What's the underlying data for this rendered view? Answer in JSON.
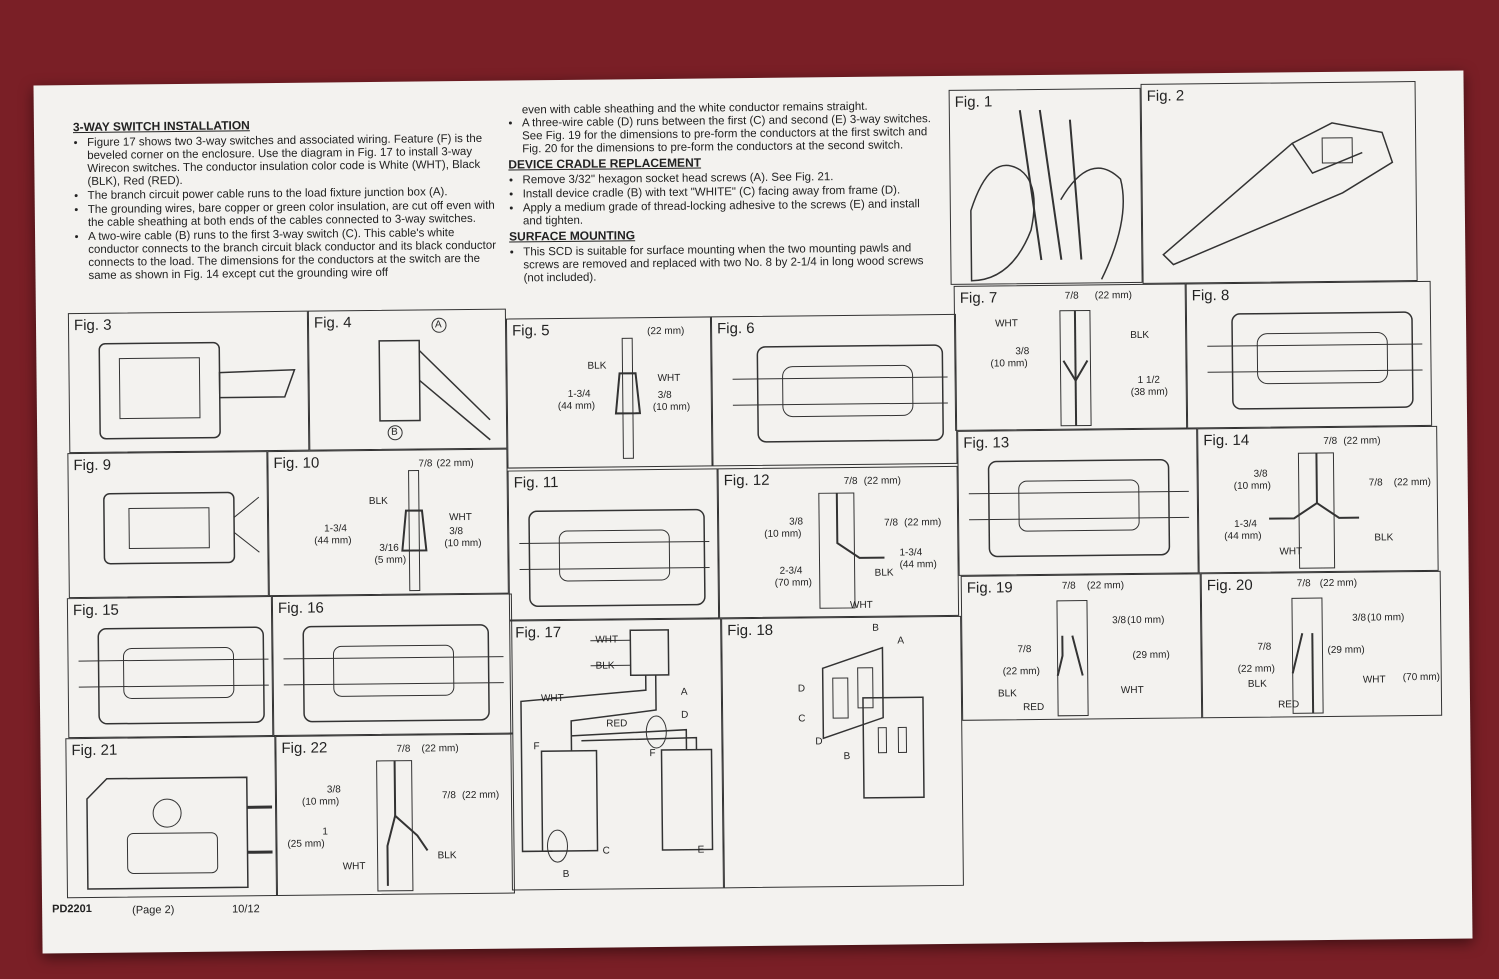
{
  "section1": {
    "title": "3-WAY SWITCH INSTALLATION",
    "bullets": [
      "Figure 17 shows two 3-way switches and associated wiring. Feature (F) is the beveled corner on the enclosure. Use the diagram in Fig. 17 to install 3-way Wirecon switches. The conductor insulation color code is White (WHT), Black (BLK), Red (RED).",
      "The branch circuit power cable runs to the load fixture junction box (A).",
      "The grounding wires, bare copper or green color insulation, are cut off even with the cable sheathing at both ends of the cables connected to 3-way switches.",
      "A two-wire cable (B) runs to the first 3-way switch (C). This cable's white conductor connects to the branch circuit black conductor and its black conductor connects to the load. The dimensions for the conductors at the switch are the same as shown in Fig. 14 except cut the grounding wire off"
    ]
  },
  "section2": {
    "continuation": "even with cable sheathing and the white conductor remains straight.",
    "bullets": [
      "A three-wire cable (D) runs between the first (C) and second (E) 3-way switches. See Fig. 19 for the dimensions to pre-form the conductors at the first switch and Fig. 20 for the dimensions to pre-form the conductors at the second switch."
    ],
    "cradle_title": "DEVICE CRADLE REPLACEMENT",
    "cradle_bullets": [
      "Remove 3/32\" hexagon socket head screws (A). See Fig. 21.",
      "Install device cradle (B) with text \"WHITE\" (C) facing away from frame (D).",
      "Apply a medium grade of thread-locking adhesive to the screws (E) and install and tighten."
    ],
    "surface_title": "SURFACE MOUNTING",
    "surface_bullets": [
      "This SCD is suitable for surface mounting when the two mounting pawls and screws are removed and replaced with two No. 8 by 2-1/4 in long wood screws (not included)."
    ]
  },
  "figs": {
    "f1": "Fig. 1",
    "f2": "Fig. 2",
    "f3": "Fig. 3",
    "f4": "Fig. 4",
    "f5": "Fig. 5",
    "f6": "Fig. 6",
    "f7": "Fig. 7",
    "f8": "Fig. 8",
    "f9": "Fig. 9",
    "f10": "Fig. 10",
    "f11": "Fig. 11",
    "f12": "Fig. 12",
    "f13": "Fig. 13",
    "f14": "Fig. 14",
    "f15": "Fig. 15",
    "f16": "Fig. 16",
    "f17": "Fig. 17",
    "f18": "Fig. 18",
    "f19": "Fig. 19",
    "f20": "Fig. 20",
    "f21": "Fig. 21",
    "f22": "Fig. 22"
  },
  "labels": {
    "mm22": "(22 mm)",
    "mm10": "(10 mm)",
    "mm44": "(44 mm)",
    "mm38": "(38 mm)",
    "mm70": "(70 mm)",
    "mm5": "(5 mm)",
    "mm29": "(29 mm)",
    "mm25": "(25 mm)",
    "blk": "BLK",
    "wht": "WHT",
    "red": "RED",
    "d38": "3/8",
    "d134": "1-3/4",
    "d112": "1 1/2",
    "d234": "2-3/4",
    "d316": "3/16",
    "d1": "1",
    "seven_eighths": "7/8",
    "A": "A",
    "B": "B",
    "C": "C",
    "D": "D",
    "E": "E",
    "F": "F"
  },
  "footer": {
    "code": "PD2201",
    "page": "(Page 2)",
    "date": "10/12"
  }
}
